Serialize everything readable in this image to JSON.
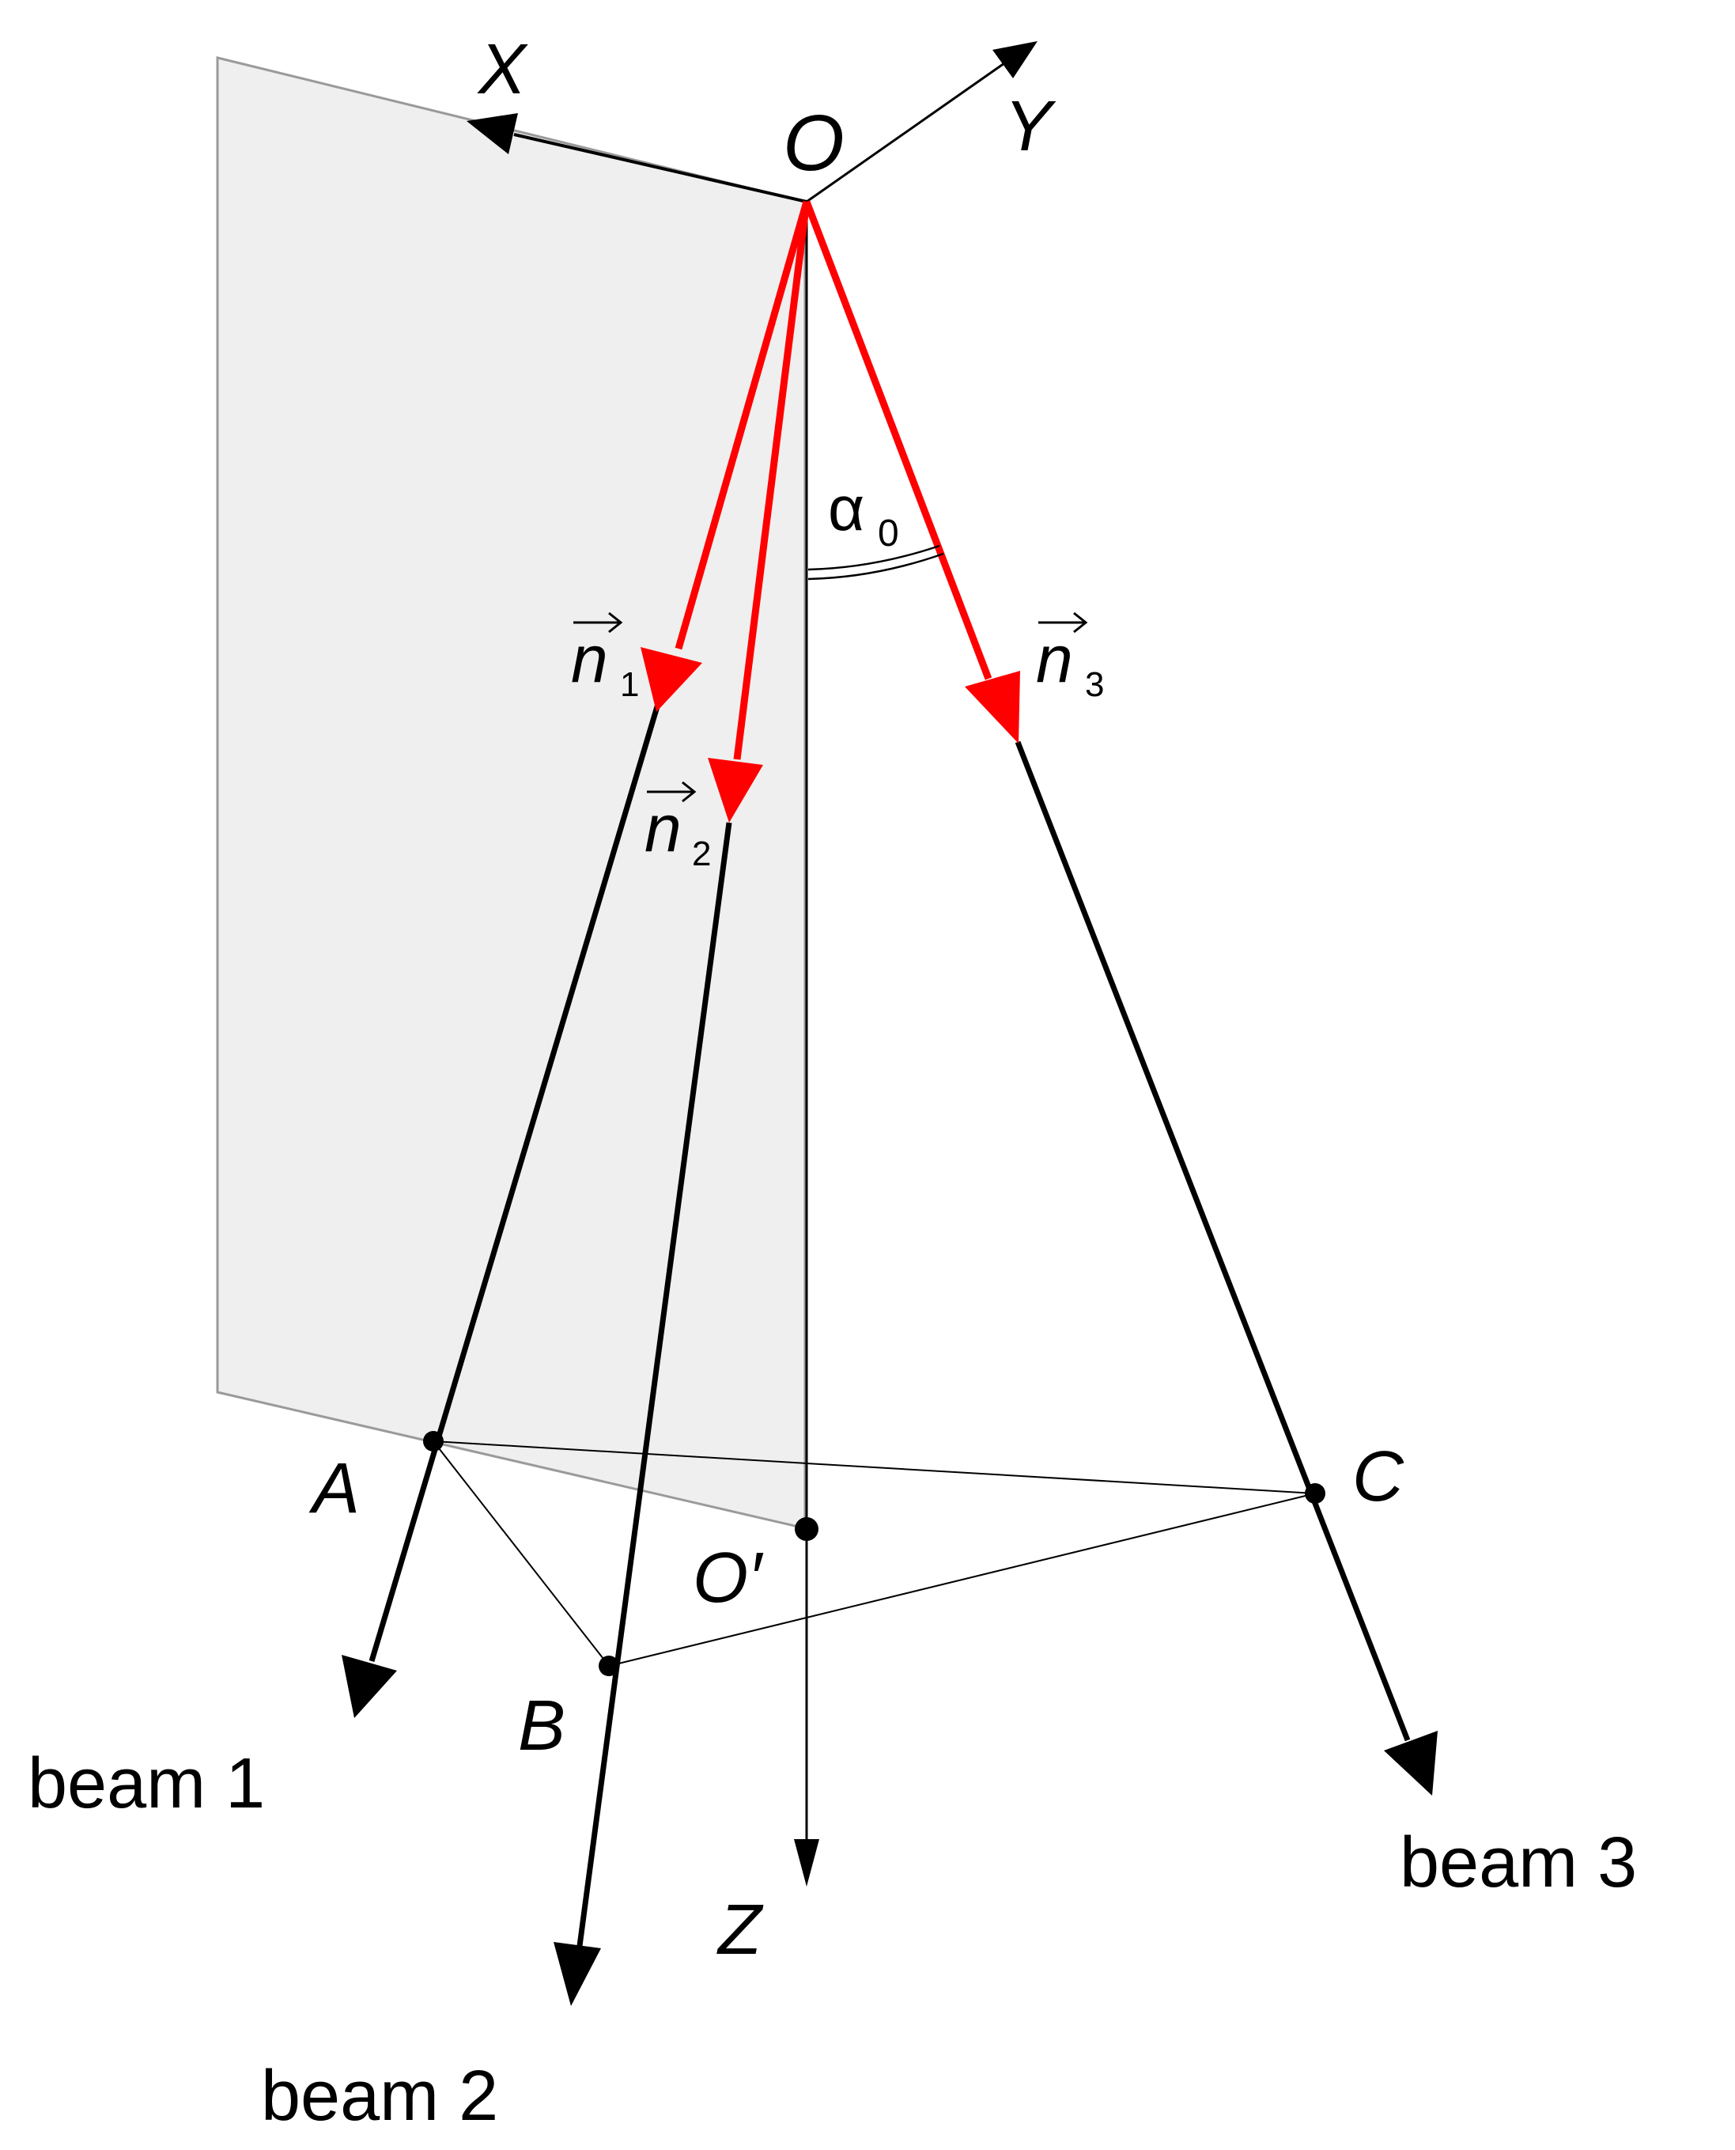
{
  "labels": {
    "axis_x": "X",
    "axis_y": "Y",
    "axis_z": "Z",
    "origin": "O",
    "origin_prime": "O′",
    "point_a": "A",
    "point_b": "B",
    "point_c": "C",
    "alpha_symbol": "α",
    "alpha_subscript": "0",
    "n_symbol": "n",
    "n1_subscript": "1",
    "n2_subscript": "2",
    "n3_subscript": "3",
    "beam_1": "beam 1",
    "beam_2": "beam 2",
    "beam_3": "beam 3"
  },
  "colors": {
    "background": "#ffffff",
    "plane_fill": "#efefef",
    "plane_edge": "#9a9a9a",
    "axis": "#000000",
    "beam": "#000000",
    "unit_vector": "#ff0000"
  }
}
